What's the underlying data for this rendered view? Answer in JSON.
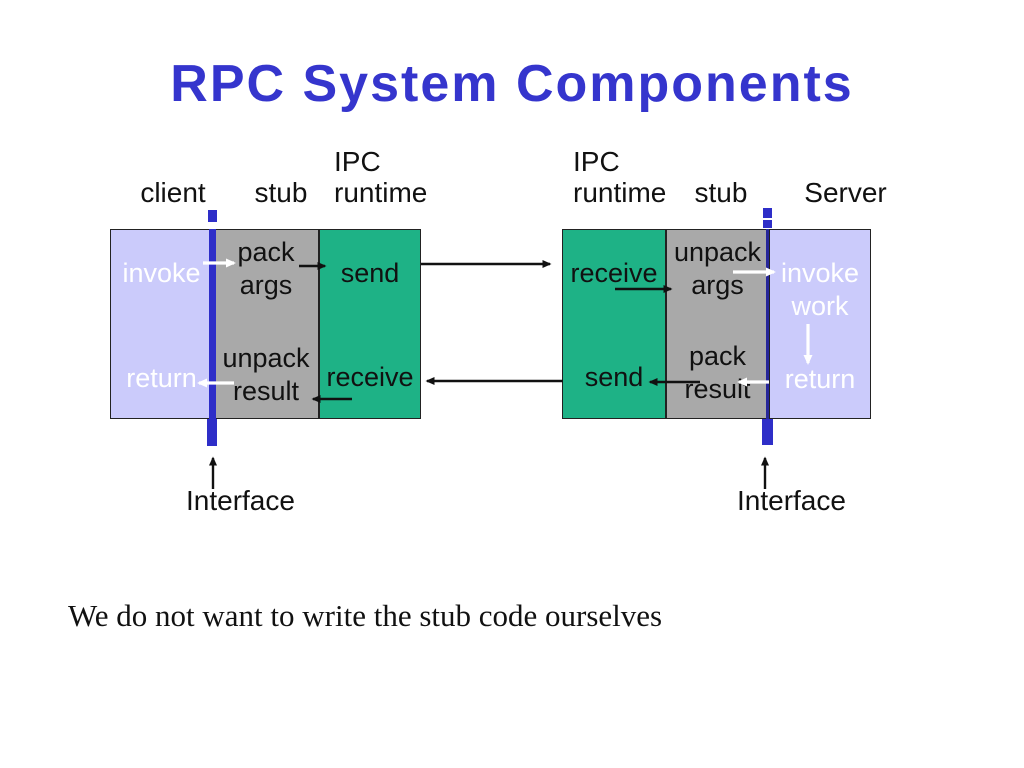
{
  "title": "RPC System Components",
  "colors": {
    "title_blue": "#3535CD",
    "client_box_fill": "#CBCBFB",
    "stub_box_fill": "#A9A9A9",
    "runtime_box_fill": "#1EB286",
    "interface_bar_blue": "#2E2EC8",
    "white_label": "#FFFFFF",
    "black_label": "#111111"
  },
  "left": {
    "client_label": "client",
    "stub_label": "stub",
    "runtime_label_line1": "IPC",
    "runtime_label_line2": "runtime",
    "invoke": "invoke",
    "return_label": "return",
    "pack_line1": "pack",
    "pack_line2": "args",
    "unpack_line1": "unpack",
    "unpack_line2": "result",
    "send": "send",
    "receive": "receive",
    "interface_label": "Interface"
  },
  "right": {
    "runtime_label_line1": "IPC",
    "runtime_label_line2": "runtime",
    "stub_label": "stub",
    "server_label": "Server",
    "receive": "receive",
    "unpack_line1": "unpack",
    "unpack_line2": "args",
    "invoke_line1": "invoke",
    "invoke_line2": "work",
    "pack_line1": "pack",
    "pack_line2": "result",
    "send": "send",
    "return_label": "return",
    "interface_label": "Interface"
  },
  "footer": "We do not want to write the stub code ourselves"
}
